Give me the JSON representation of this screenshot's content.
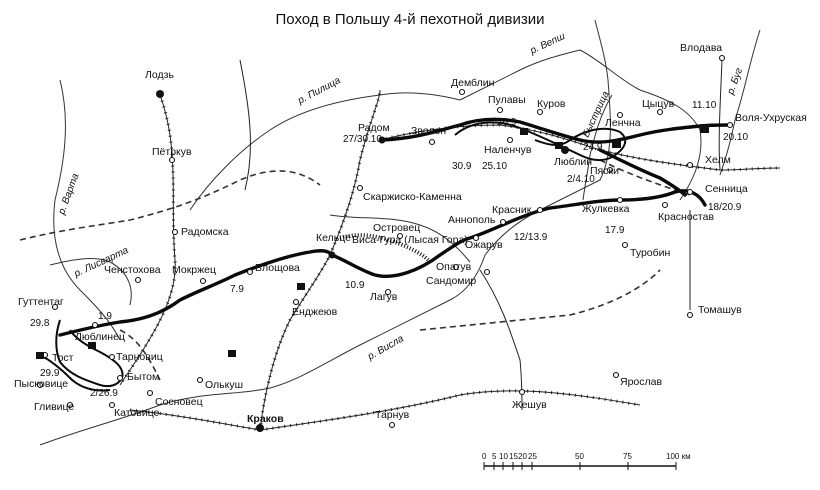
{
  "map": {
    "title": "Поход в Польшу 4-й пехотной дивизии",
    "rivers": {
      "vepsh": "р. Вепш",
      "pilica": "р. Пилица",
      "warta": "р. Варта",
      "lisvarta": "р. Лисварта",
      "visla": "р. Висла",
      "bug": "р. Буг",
      "bystrica": "Быстрица"
    },
    "cities": {
      "lodz": "Лодзь",
      "petrkuv": "Пётркув",
      "radomsko": "Радомска",
      "chenstohova": "Ченстохова",
      "mokrzhec": "Мокржец",
      "vlocova": "Влощова",
      "kelce": "Кельце",
      "visa_gura": "Виса-Гура (Лысая Гора)",
      "endzheyuv": "Енджеюв",
      "laguv": "Лагув",
      "ostrovec": "Островец",
      "opatuv": "Опатув",
      "sandomir": "Сандомир",
      "ozharuv": "Ожарув",
      "annopol": "Аннополь",
      "krasnik": "Красник",
      "skarzhisko": "Скаржиско-Каменна",
      "radom": "Радом",
      "zvolen": "Зволен",
      "demblin": "Демблин",
      "pulavy": "Пулавы",
      "kurov": "Куров",
      "nalenchuv": "Наленчув",
      "lyublin": "Люблин",
      "pyaski": "Пяски",
      "lenchna": "Ленчна",
      "cycuv": "Цыцув",
      "vlodava": "Влодава",
      "volya": "Воля-Ухруская",
      "helm": "Хелм",
      "sennica": "Сенница",
      "krasnystav": "Красностав",
      "zhulkevka": "Жулкевка",
      "turobin": "Туробин",
      "tomashuv": "Томашув",
      "guttentag": "Гуттентаг",
      "lyublinec": "Люблинец",
      "tarnovic": "Тарновиц",
      "tost": "Тост",
      "pyskovice": "Пысковице",
      "gliwice": "Гливице",
      "bytom": "Бытом",
      "katovice": "Катовице",
      "sosnovec": "Сосновец",
      "olkush": "Олькуш",
      "krakov": "Краков",
      "tarnuv": "Тарнув",
      "zheshuv": "Жешув",
      "yaroslav": "Ярослав"
    },
    "dates": {
      "d29_8": "29.8",
      "d1_9": "1.9",
      "d29_9": "29.9",
      "d2_26_9": "2/26.9",
      "d7_9": "7.9",
      "d10_9": "10.9",
      "d27_30_10": "27/30.10",
      "d30_9": "30.9",
      "d26_9": "26.9",
      "d25_10": "25.10",
      "d2_4_10": "2/4.10",
      "d24_9": "24.9",
      "d11_10": "11.10",
      "d20_10": "20.10",
      "d18_20_9": "18/20.9",
      "d17_9": "17.9",
      "d12_13_9": "12/13.9"
    },
    "scale": {
      "ticks": [
        "0",
        "5",
        "10",
        "15",
        "20",
        "25",
        "50",
        "75",
        "100 км"
      ]
    }
  }
}
